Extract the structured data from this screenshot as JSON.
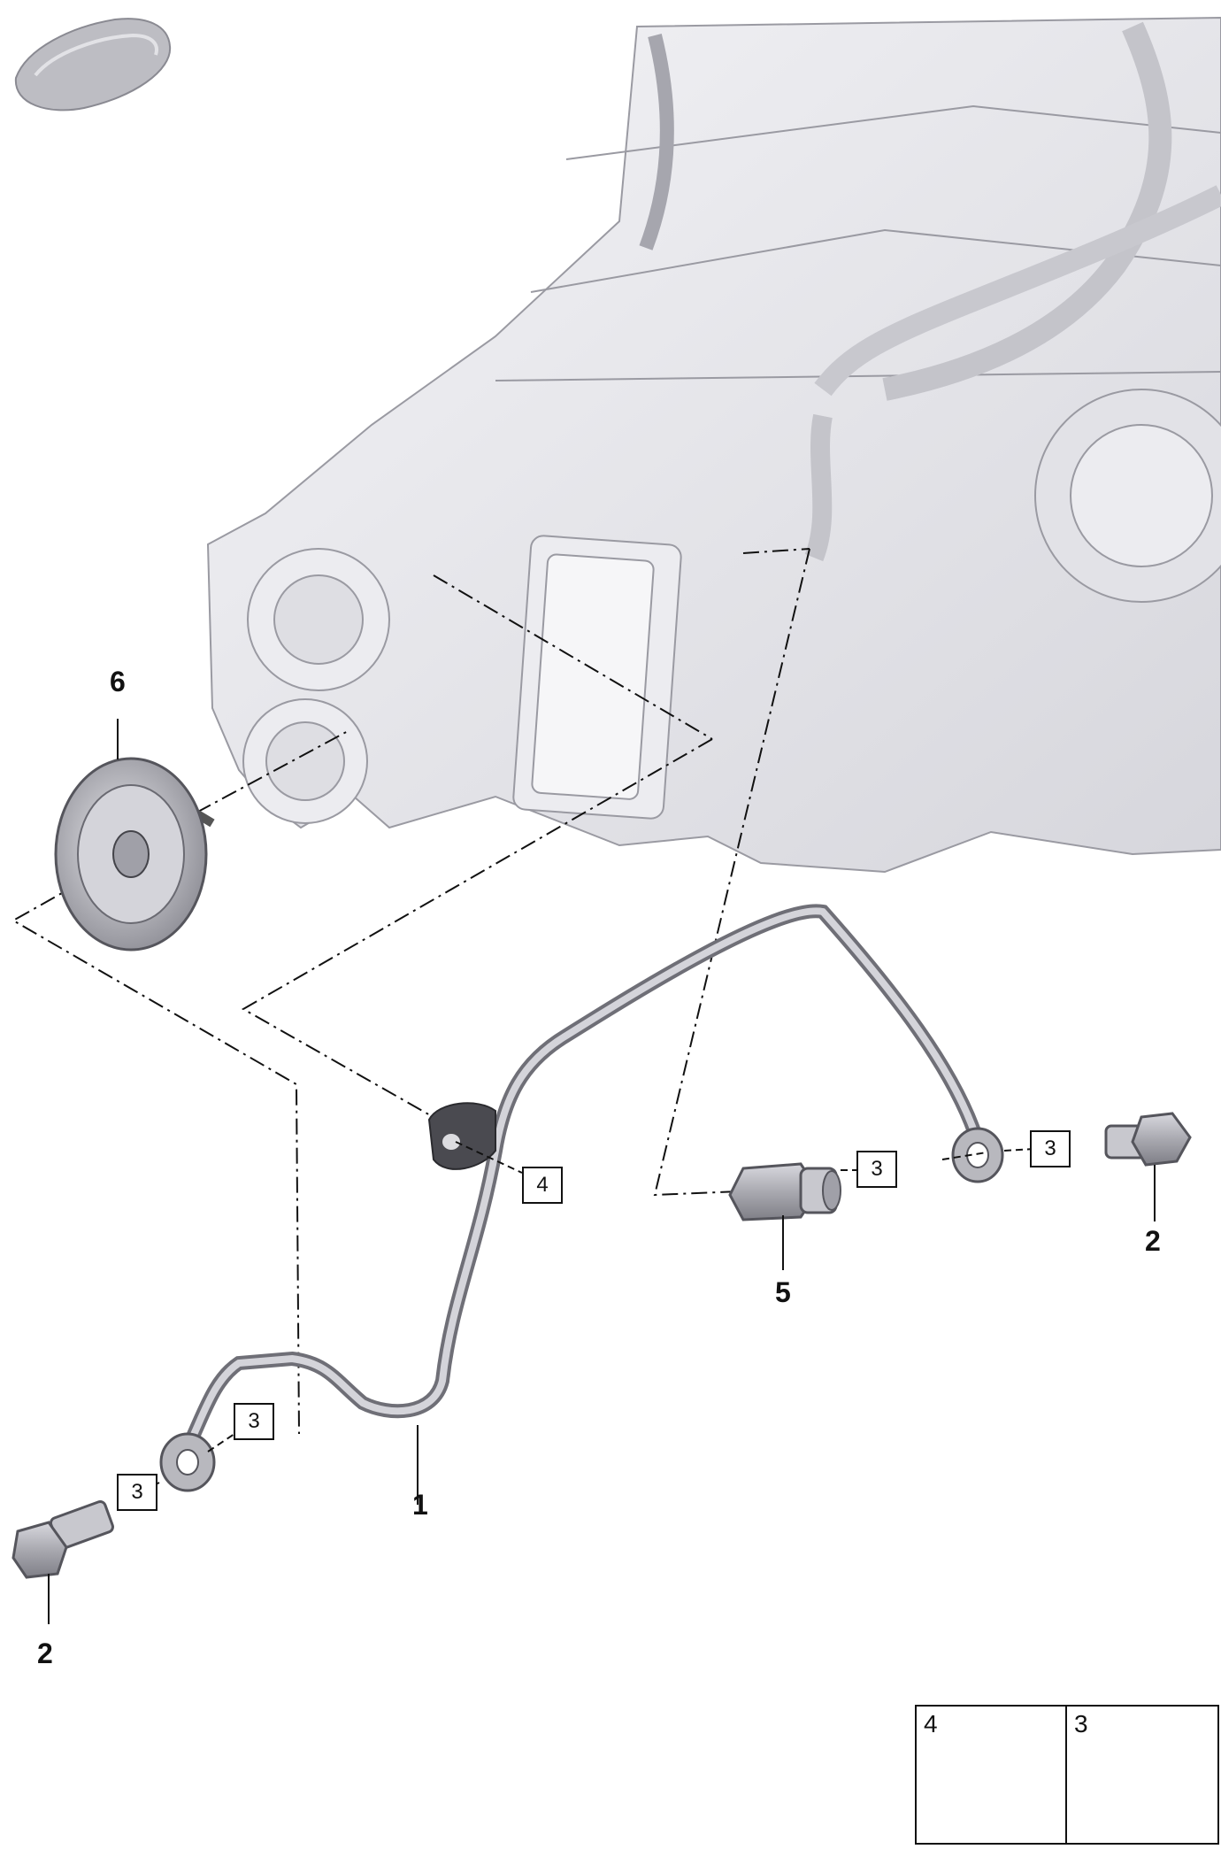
{
  "diagram": {
    "callouts": {
      "part_1": "1",
      "part_2_left": "2",
      "part_2_right": "2",
      "part_5": "5",
      "part_6": "6"
    },
    "boxed_refs": {
      "ref_3_a": "3",
      "ref_3_b": "3",
      "ref_3_c": "3",
      "ref_3_d": "3",
      "ref_4": "4"
    },
    "legend": {
      "cell_4": "4",
      "cell_3": "3"
    }
  },
  "colors": {
    "housing_fill": "#e6e6ea",
    "housing_stroke": "#9a9aa2",
    "part_fill": "#b9b9bf",
    "part_stroke": "#55555c",
    "leader": "#111111"
  }
}
